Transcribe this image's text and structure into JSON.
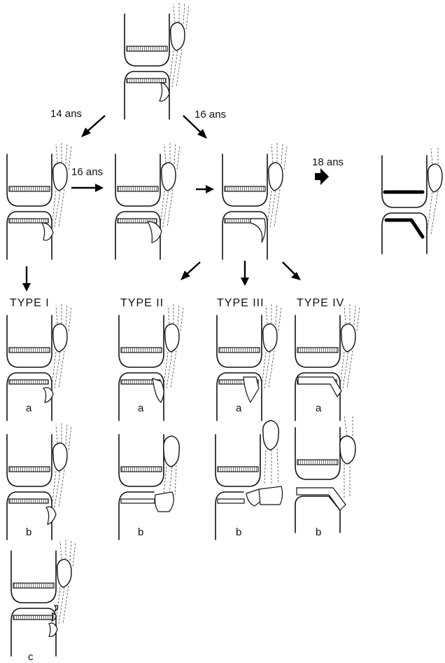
{
  "figure": {
    "age_labels": {
      "age_14": "14 ans",
      "age_16_upper": "16 ans",
      "age_16_left": "16 ans",
      "age_18": "18 ans"
    },
    "type_titles": {
      "type_1": "TYPE  I",
      "type_2": "TYPE  II",
      "type_3": "TYPE  III",
      "type_4": "TYPE  IV"
    },
    "sub_labels": {
      "a": "a",
      "b": "b",
      "c": "c"
    }
  }
}
